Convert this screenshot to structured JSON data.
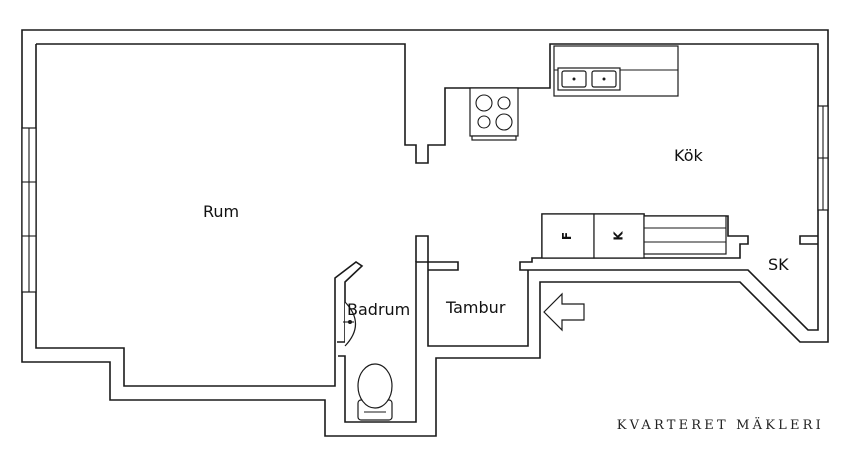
{
  "floorplan": {
    "rooms": {
      "rum": "Rum",
      "kok": "Kök",
      "badrum": "Badrum",
      "tambur": "Tambur",
      "sk": "SK"
    },
    "appliances": {
      "fridge": "F",
      "freezer": "K"
    },
    "icons": {
      "entrance": "entrance-arrow-icon",
      "stove": "stove-icon",
      "sink": "kitchen-sink-icon",
      "toilet": "toilet-icon",
      "basin": "washbasin-icon"
    },
    "colors": {
      "wall": "#1a1a1a",
      "background": "#ffffff"
    }
  },
  "brand": "KVARTERET MÄKLERI"
}
